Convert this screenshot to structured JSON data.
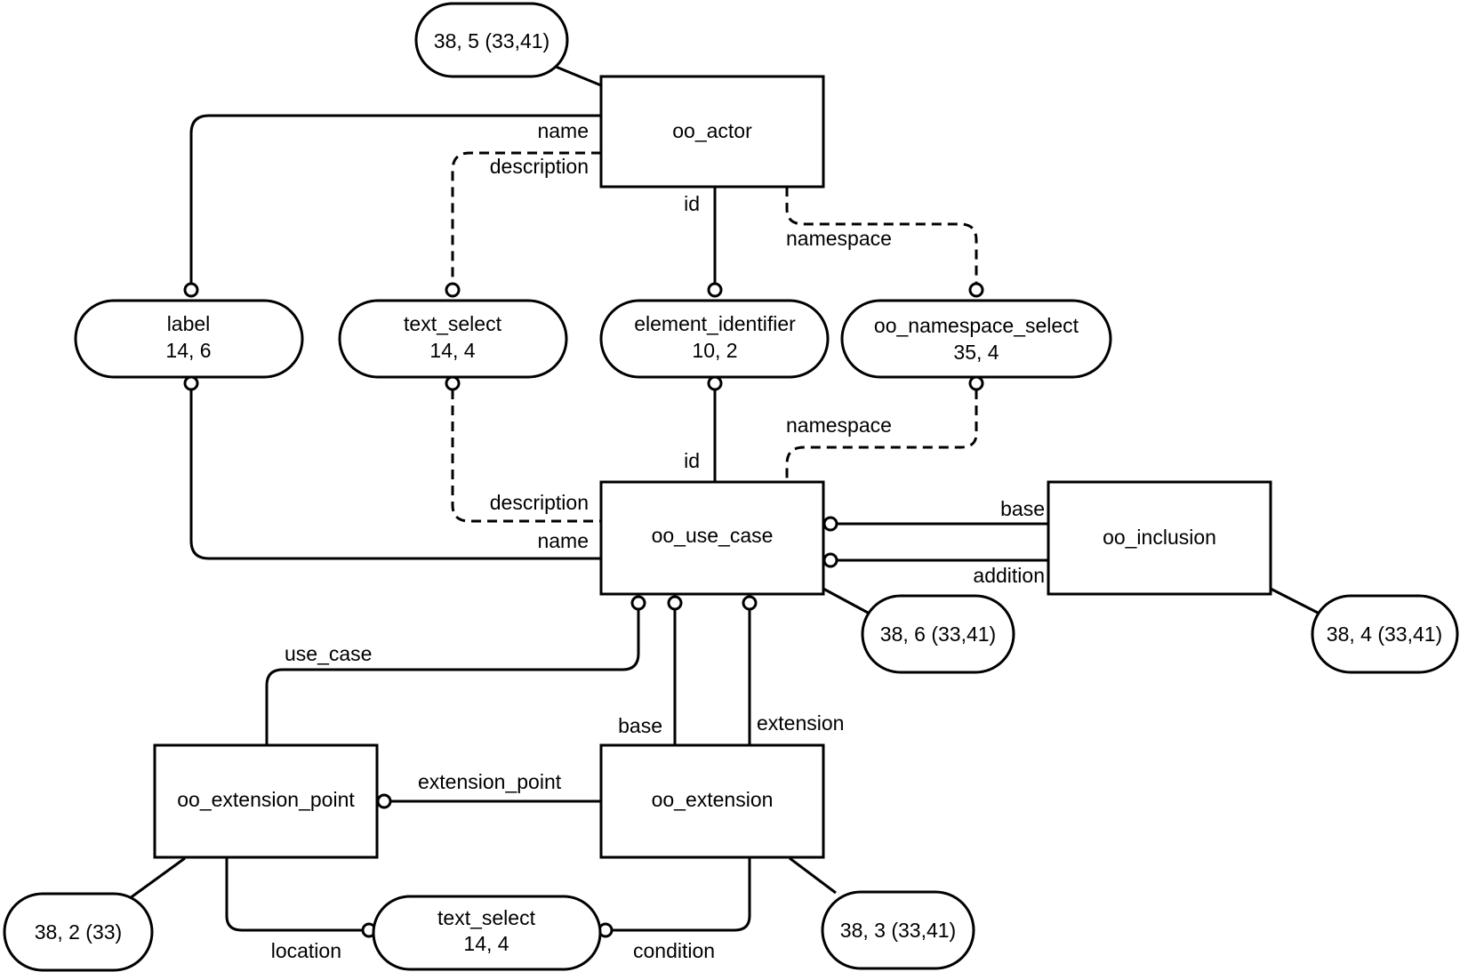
{
  "entities": {
    "oo_actor": "oo_actor",
    "oo_use_case": "oo_use_case",
    "oo_inclusion": "oo_inclusion",
    "oo_extension_point": "oo_extension_point",
    "oo_extension": "oo_extension"
  },
  "domains": {
    "label": {
      "name": "label",
      "size": "14, 6"
    },
    "text_select_top": {
      "name": "text_select",
      "size": "14, 4"
    },
    "element_identifier": {
      "name": "element_identifier",
      "size": "10, 2"
    },
    "oo_namespace_select": {
      "name": "oo_namespace_select",
      "size": "35, 4"
    },
    "text_select_bottom": {
      "name": "text_select",
      "size": "14, 4"
    }
  },
  "annotations": {
    "actor": "38, 5 (33,41)",
    "use_case": "38, 6 (33,41)",
    "inclusion": "38, 4 (33,41)",
    "extension_point": "38, 2 (33)",
    "extension": "38, 3 (33,41)"
  },
  "roles": {
    "actor_name": "name",
    "actor_description": "description",
    "actor_id": "id",
    "actor_namespace": "namespace",
    "use_case_namespace": "namespace",
    "use_case_id": "id",
    "use_case_description": "description",
    "use_case_name": "name",
    "inclusion_base": "base",
    "inclusion_addition": "addition",
    "ext_point_use_case": "use_case",
    "extension_base": "base",
    "extension_extension": "extension",
    "extension_point": "extension_point",
    "location": "location",
    "condition": "condition"
  }
}
